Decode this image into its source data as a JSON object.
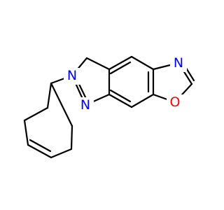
{
  "molecule": {
    "atoms": {
      "n_oxazole": {
        "symbol": "N",
        "color": "#0000ff"
      },
      "o_oxazole": {
        "symbol": "O",
        "color": "#ff0000"
      },
      "n_bridge": {
        "symbol": "N",
        "color": "#0000ff"
      },
      "n_imine": {
        "symbol": "N",
        "color": "#0000ff"
      }
    },
    "bond_color": "#000000",
    "background": "#ffffff"
  }
}
